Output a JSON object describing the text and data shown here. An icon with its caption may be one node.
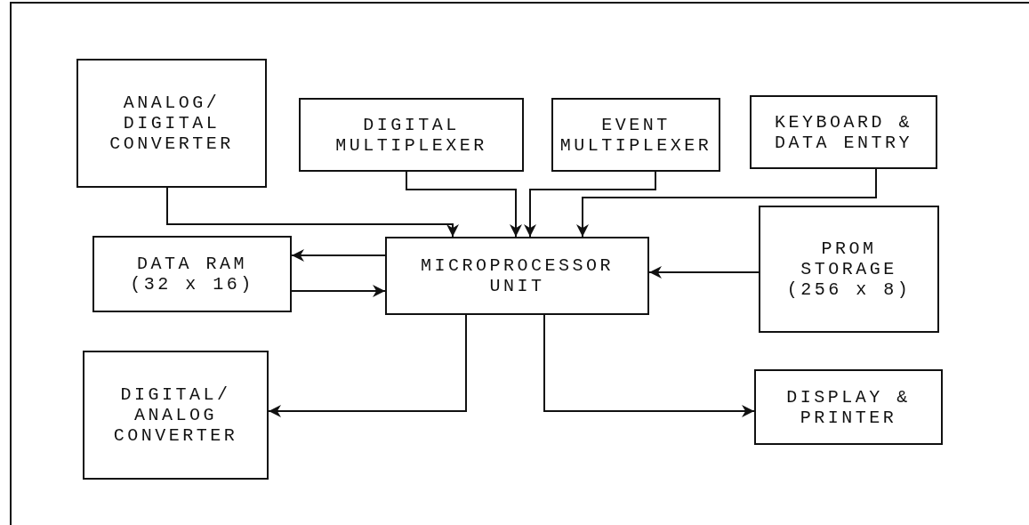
{
  "diagram": {
    "nodes": [
      {
        "text": [
          "ANALOG/ DIGITAL CONVERTER"
        ]
      },
      {
        "text": [
          "DIGITAL MULTIPLEXER"
        ]
      },
      {
        "text": [
          "EVENT MULTIPLEXER"
        ]
      },
      {
        "text": [
          "KEYBOARD & DATA ENTRY"
        ]
      },
      {
        "text": [
          "DATA RAM (32 x 16)"
        ]
      },
      {
        "text": [
          "MICROPROCESSOR UNIT"
        ]
      },
      {
        "text": [
          "PROM STORAGE (256 x 8)"
        ]
      },
      {
        "text": [
          "DIGITAL/ ANALOG CONVERTER"
        ]
      },
      {
        "text": [
          "DISPLAY & PRINTER"
        ]
      }
    ],
    "edges": [
      {
        "from": 0,
        "to": 5,
        "arrow": "to"
      },
      {
        "from": 1,
        "to": 5,
        "arrow": "to"
      },
      {
        "from": 2,
        "to": 5,
        "arrow": "to"
      },
      {
        "from": 3,
        "to": 5,
        "arrow": "to"
      },
      {
        "from": 5,
        "to": 4,
        "arrow": "to"
      },
      {
        "from": 4,
        "to": 5,
        "arrow": "to"
      },
      {
        "from": 6,
        "to": 5,
        "arrow": "to"
      },
      {
        "from": 5,
        "to": 7,
        "arrow": "to"
      },
      {
        "from": 5,
        "to": 8,
        "arrow": "to"
      }
    ]
  }
}
